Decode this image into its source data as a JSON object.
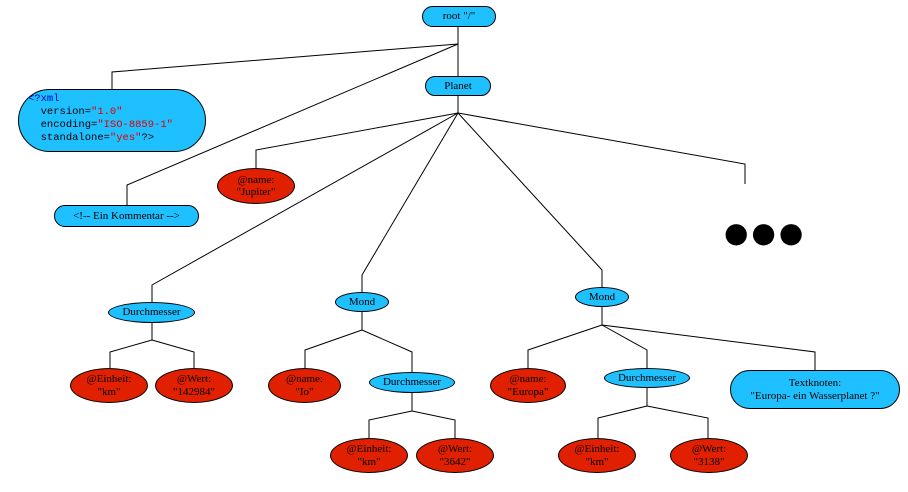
{
  "root": "root \"/\"",
  "xml_declaration": {
    "open": "<?xml",
    "version_key": "version=",
    "version_val": "\"1.0\"",
    "encoding_key": "encoding=",
    "encoding_val": "\"ISO-8859-1\"",
    "standalone_key": "standalone=",
    "standalone_val": "\"yes\"",
    "close": "?>"
  },
  "comment": "<!-- Ein Kommentar -->",
  "planet": "Planet",
  "planet_name": "@name:\n\"Jupiter\"",
  "more": "●●●",
  "durchmesser": {
    "label": "Durchmesser",
    "einheit": "@Einheit:\n\"km\"",
    "wert": "@Wert:\n\"142984\""
  },
  "mond_io": {
    "label": "Mond",
    "name": "@name:\n\"Io\"",
    "durchmesser": "Durchmesser",
    "einheit": "@Einheit:\n\"km\"",
    "wert": "@Wert:\n\"3642\""
  },
  "mond_europa": {
    "label": "Mond",
    "name": "@name:\n\"Europa\"",
    "durchmesser": "Durchmesser",
    "einheit": "@Einheit:\n\"km\"",
    "wert": "@Wert:\n\"3138\"",
    "textknoten": "Textknoten:\n\"Europa- ein Wasserplanet ?\""
  },
  "colors": {
    "element_node": "#1fc0ff",
    "attribute_node": "#e02000"
  }
}
